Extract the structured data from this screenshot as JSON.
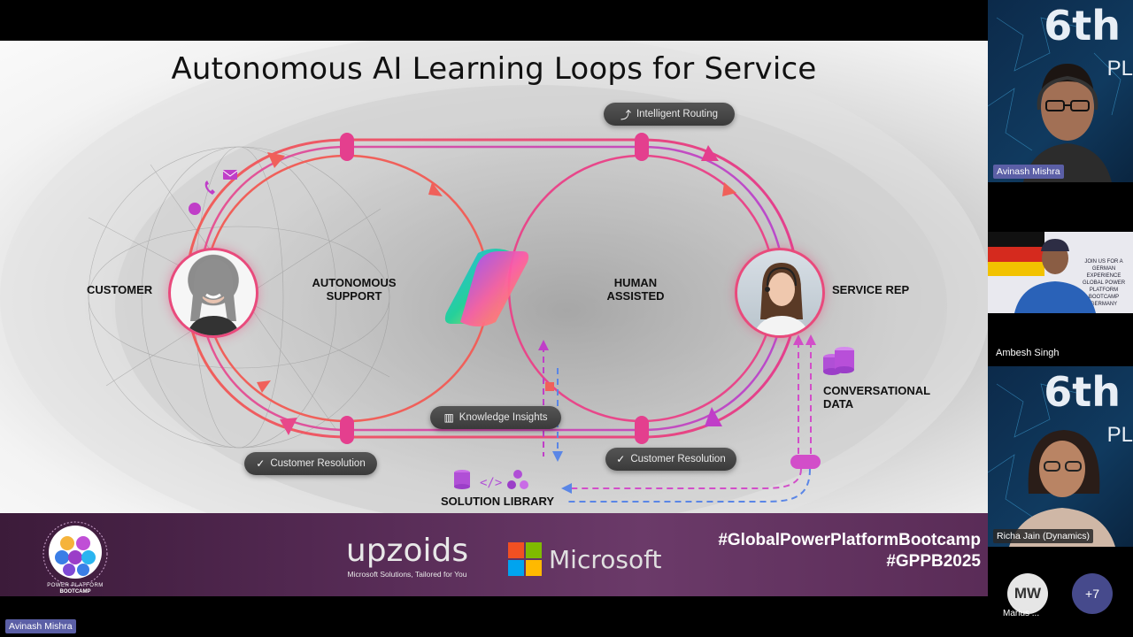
{
  "slide": {
    "title": "Autonomous AI Learning Loops  for Service",
    "labels": {
      "customer": "CUSTOMER",
      "autonomous_1": "AUTONOMOUS",
      "autonomous_2": "SUPPORT",
      "human_1": "HUMAN",
      "human_2": "ASSISTED",
      "service_rep": "SERVICE REP",
      "conversational_1": "CONVERSATIONAL",
      "conversational_2": "DATA",
      "solution_library": "SOLUTION LIBRARY"
    },
    "pills": {
      "intelligent_routing": "Intelligent Routing",
      "knowledge_insights": "Knowledge Insights",
      "customer_resolution_left": "Customer Resolution",
      "customer_resolution_right": "Customer Resolution"
    }
  },
  "banner": {
    "event_logo_line1": "POWER PLATFORM",
    "event_logo_line2": "BOOTCAMP",
    "sponsor1_name": "upzoids",
    "sponsor1_tagline": "Microsoft Solutions, Tailored for You",
    "sponsor2_name": "Microsoft",
    "hashtag1": "#GlobalPowerPlatformBootcamp",
    "hashtag2": "#GPPB2025"
  },
  "presenter_label": "Avinash Mishra",
  "participants": [
    {
      "name": "Avinash Mishra",
      "bg_text": "6th",
      "bg_text2": "PL"
    },
    {
      "name": "Ambesh Singh",
      "poster_text": "JOIN US FOR A GERMAN EXPERIENCE GLOBAL POWER PLATFORM BOOTCAMP GERMANY"
    },
    {
      "name": "Richa Jain (Dynamics)",
      "bg_text": "6th",
      "bg_text2": "PL"
    }
  ],
  "overflow": {
    "initials": "MW",
    "name": "Marius ...",
    "more_count": "+7"
  },
  "colors": {
    "loop_orange": "#f0605a",
    "loop_pink": "#e43f8e",
    "loop_magenta": "#c03ec8",
    "data_blue": "#5a86e6",
    "banner_purple": "#552a54",
    "name_tag": "#5b5fa6"
  }
}
